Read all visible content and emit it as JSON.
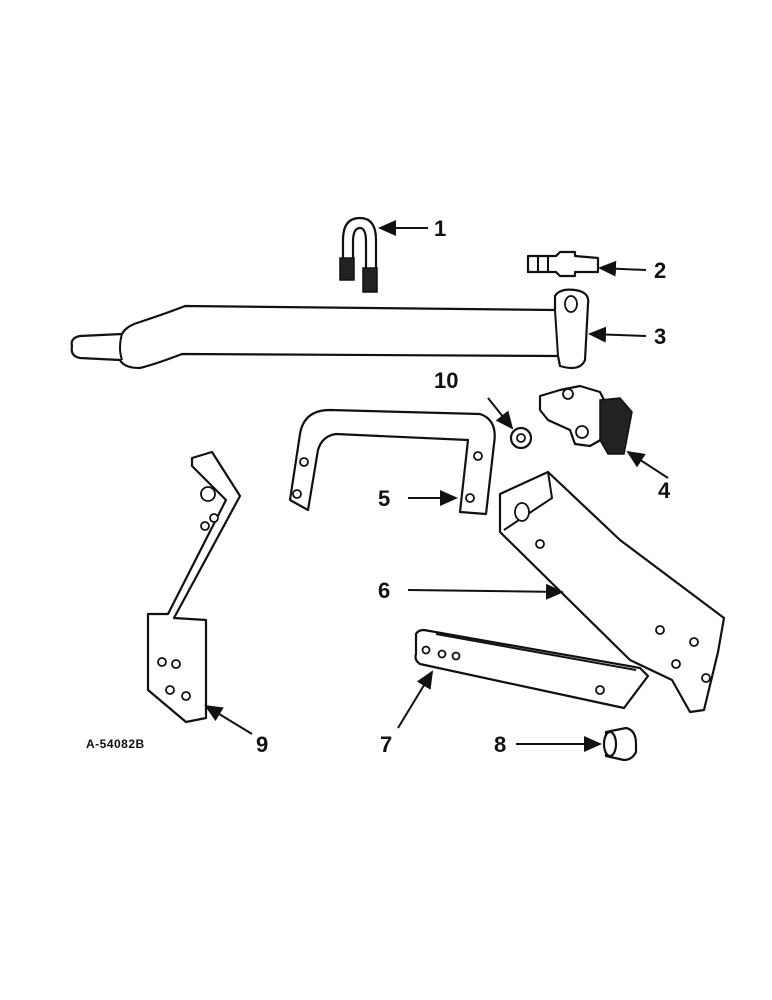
{
  "figure_code": "A-54082B",
  "callouts": {
    "c1": "1",
    "c2": "2",
    "c3": "3",
    "c4": "4",
    "c5": "5",
    "c6": "6",
    "c7": "7",
    "c8": "8",
    "c9": "9",
    "c10": "10"
  }
}
